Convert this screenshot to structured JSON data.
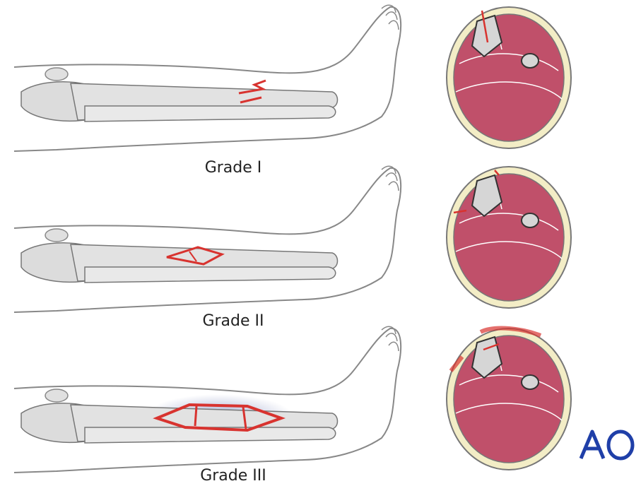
{
  "grades": [
    {
      "label": "Grade I"
    },
    {
      "label": "Grade II"
    },
    {
      "label": "Grade III"
    }
  ],
  "logo": {
    "text": "AO"
  },
  "colors": {
    "muscle": "#c0506a",
    "fat": "#f3edc6",
    "bone": "#d6d6d6",
    "bone_edge": "#7a7a7a",
    "injury": "#d8332f",
    "bruise": "#9aa3cc",
    "logo": "#1f3fa8"
  }
}
